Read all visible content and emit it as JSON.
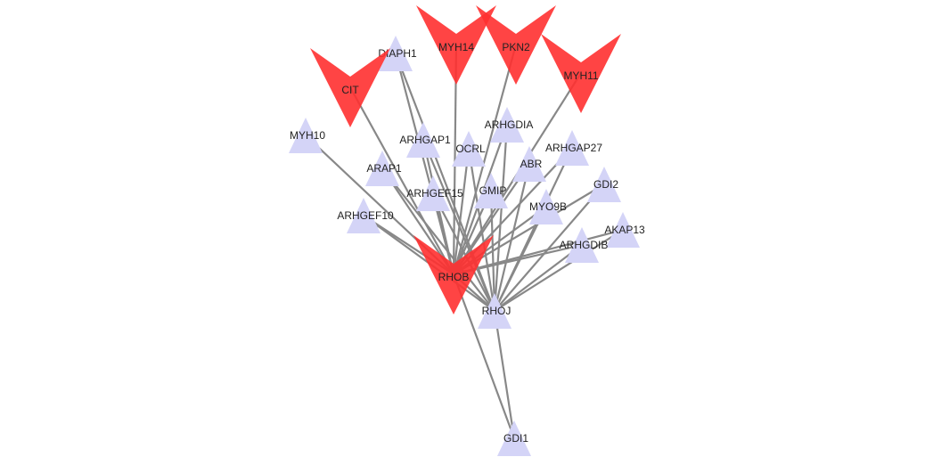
{
  "colors": {
    "background": "#ffffff",
    "edge": "#888888",
    "highlight_node": "#ff3030",
    "regular_node": "#d4d4f7",
    "label": "#222222"
  },
  "legend": {
    "highlight_shape": "red downward chevron",
    "regular_shape": "lavender upward triangle"
  },
  "nodes": [
    {
      "id": "MYH14",
      "label": "MYH14",
      "type": "highlight"
    },
    {
      "id": "PKN2",
      "label": "PKN2",
      "type": "highlight"
    },
    {
      "id": "MYH11",
      "label": "MYH11",
      "type": "highlight"
    },
    {
      "id": "CIT",
      "label": "CIT",
      "type": "highlight"
    },
    {
      "id": "RHOB",
      "label": "RHOB",
      "type": "highlight"
    },
    {
      "id": "DIAPH1",
      "label": "DIAPH1",
      "type": "regular"
    },
    {
      "id": "MYH10",
      "label": "MYH10",
      "type": "regular"
    },
    {
      "id": "ARHGDIA",
      "label": "ARHGDIA",
      "type": "regular"
    },
    {
      "id": "ARHGAP1",
      "label": "ARHGAP1",
      "type": "regular"
    },
    {
      "id": "OCRL",
      "label": "OCRL",
      "type": "regular"
    },
    {
      "id": "ARHGAP27",
      "label": "ARHGAP27",
      "type": "regular"
    },
    {
      "id": "ARAP1",
      "label": "ARAP1",
      "type": "regular"
    },
    {
      "id": "ABR",
      "label": "ABR",
      "type": "regular"
    },
    {
      "id": "ARHGEF15",
      "label": "ARHGEF15",
      "type": "regular"
    },
    {
      "id": "GMIP",
      "label": "GMIP",
      "type": "regular"
    },
    {
      "id": "GDI2",
      "label": "GDI2",
      "type": "regular"
    },
    {
      "id": "MYO9B",
      "label": "MYO9B",
      "type": "regular"
    },
    {
      "id": "ARHGEF10",
      "label": "ARHGEF10",
      "type": "regular"
    },
    {
      "id": "AKAP13",
      "label": "AKAP13",
      "type": "regular"
    },
    {
      "id": "ARHGDIB",
      "label": "ARHGDIB",
      "type": "regular"
    },
    {
      "id": "RHOJ",
      "label": "RHOJ",
      "type": "regular"
    },
    {
      "id": "GDI1",
      "label": "GDI1",
      "type": "regular"
    }
  ],
  "edges": [
    [
      "MYH14",
      "RHOB"
    ],
    [
      "PKN2",
      "RHOB"
    ],
    [
      "MYH11",
      "RHOB"
    ],
    [
      "CIT",
      "RHOB"
    ],
    [
      "DIAPH1",
      "RHOB"
    ],
    [
      "MYH10",
      "RHOB"
    ],
    [
      "ARHGDIA",
      "RHOB"
    ],
    [
      "ARHGAP1",
      "RHOB"
    ],
    [
      "OCRL",
      "RHOB"
    ],
    [
      "ARHGAP27",
      "RHOB"
    ],
    [
      "ARAP1",
      "RHOB"
    ],
    [
      "ABR",
      "RHOB"
    ],
    [
      "ARHGEF15",
      "RHOB"
    ],
    [
      "GMIP",
      "RHOB"
    ],
    [
      "GDI2",
      "RHOB"
    ],
    [
      "MYO9B",
      "RHOB"
    ],
    [
      "ARHGEF10",
      "RHOB"
    ],
    [
      "AKAP13",
      "RHOB"
    ],
    [
      "ARHGDIB",
      "RHOB"
    ],
    [
      "GDI1",
      "RHOB"
    ],
    [
      "RHOB",
      "RHOJ"
    ],
    [
      "DIAPH1",
      "RHOJ"
    ],
    [
      "ARHGDIA",
      "RHOJ"
    ],
    [
      "ARHGAP1",
      "RHOJ"
    ],
    [
      "OCRL",
      "RHOJ"
    ],
    [
      "ARHGAP27",
      "RHOJ"
    ],
    [
      "ARAP1",
      "RHOJ"
    ],
    [
      "ABR",
      "RHOJ"
    ],
    [
      "ARHGEF15",
      "RHOJ"
    ],
    [
      "GMIP",
      "RHOJ"
    ],
    [
      "GDI2",
      "RHOJ"
    ],
    [
      "MYO9B",
      "RHOJ"
    ],
    [
      "ARHGEF10",
      "RHOJ"
    ],
    [
      "AKAP13",
      "RHOJ"
    ],
    [
      "ARHGDIB",
      "RHOJ"
    ],
    [
      "GDI1",
      "RHOJ"
    ]
  ]
}
